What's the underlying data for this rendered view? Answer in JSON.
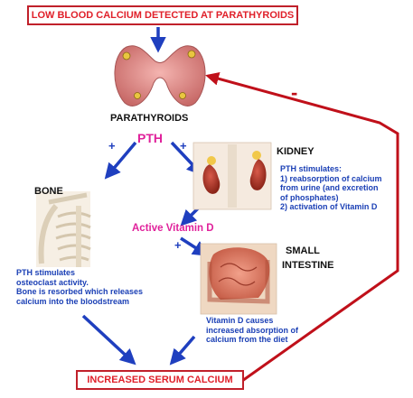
{
  "top_box": "LOW BLOOD CALCIUM DETECTED AT PARATHYROIDS",
  "parathyroids_label": "PARATHYROIDS",
  "pth": "PTH",
  "plus_sign": "+",
  "minus_sign": "-",
  "kidney": {
    "label": "KIDNEY",
    "text": [
      "PTH stimulates:",
      "1) reabsorption of calcium",
      "from urine (and excretion",
      "of phosphates)",
      "2) activation of Vitamin D"
    ]
  },
  "bone": {
    "label": "BONE",
    "text": [
      "PTH stimulates",
      "osteoclast activity.",
      "Bone is resorbed which releases",
      "calcium into the bloodstream"
    ]
  },
  "vitamin_d": "Active Vitamin D",
  "intestine": {
    "label_line1": "SMALL",
    "label_line2": "INTESTINE",
    "text": [
      "Vitamin D causes",
      "increased absorption of",
      "calcium from the diet"
    ]
  },
  "bottom_box": "INCREASED SERUM CALCIUM",
  "colors": {
    "arrow_blue": "#1f3fbf",
    "feedback_red": "#c0101a",
    "box_text": "#e0202a",
    "pink": "#e0219b",
    "body_blue": "#1a3fb5"
  }
}
